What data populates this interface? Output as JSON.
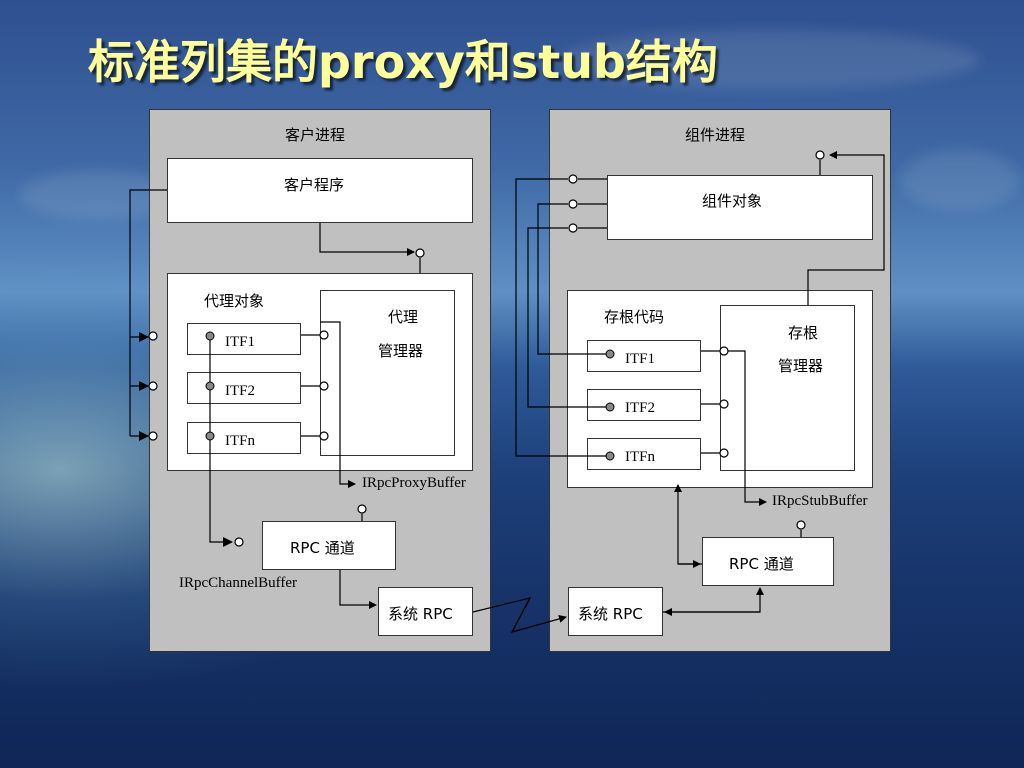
{
  "title": "标准列集的proxy和stub结构",
  "client": {
    "panel_title": "客户进程",
    "program": "客户程序",
    "proxy_object": "代理对象",
    "proxy_manager_line1": "代理",
    "proxy_manager_line2": "管理器",
    "interfaces": [
      "ITF1",
      "ITF2",
      "ITFn"
    ],
    "proxy_buffer": "IRpcProxyBuffer",
    "rpc_channel": "RPC 通道",
    "channel_buffer": "IRpcChannelBuffer",
    "system_rpc": "系统 RPC"
  },
  "server": {
    "panel_title": "组件进程",
    "component_object": "组件对象",
    "stub_code": "存根代码",
    "stub_manager_line1": "存根",
    "stub_manager_line2": "管理器",
    "interfaces": [
      "ITF1",
      "ITF2",
      "ITFn"
    ],
    "stub_buffer": "IRpcStubBuffer",
    "rpc_channel": "RPC 通道",
    "system_rpc": "系统 RPC"
  }
}
